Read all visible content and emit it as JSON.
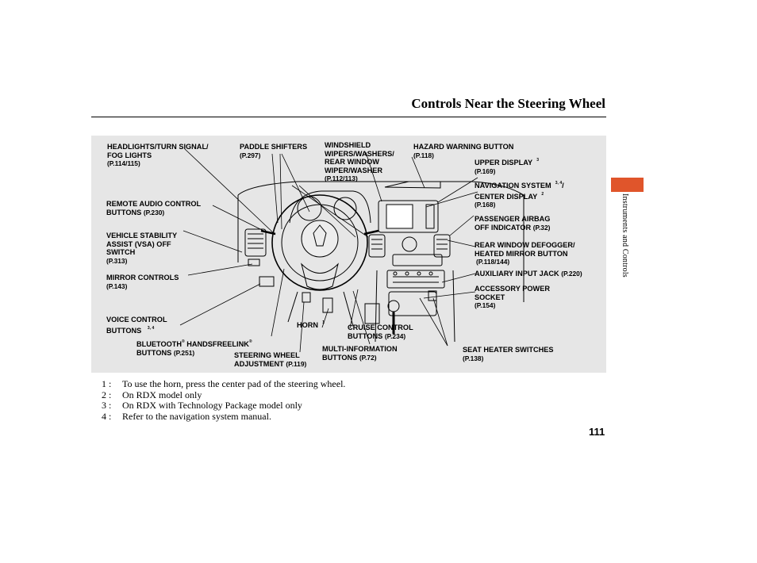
{
  "page": {
    "title": "Controls Near the Steering Wheel",
    "section_tab": "Instruments and Controls",
    "page_number": "111",
    "accent_color": "#e0552b",
    "panel_color": "#e6e6e6"
  },
  "callouts": {
    "headlights": {
      "l1": "HEADLIGHTS/TURN SIGNAL/",
      "l2": "FOG LIGHTS",
      "ref": "(P.114/115)"
    },
    "paddle": {
      "l1": "PADDLE SHIFTERS",
      "ref": "(P.297)"
    },
    "wipers": {
      "l1": "WINDSHIELD",
      "l2": "WIPERS/WASHERS/",
      "l3": "REAR WINDOW",
      "l4": "WIPER/WASHER",
      "ref": "(P.112/113)"
    },
    "hazard": {
      "l1": "HAZARD WARNING BUTTON",
      "ref": "(P.118)"
    },
    "upper_display": {
      "l1": "UPPER DISPLAY",
      "sup": "3",
      "ref": "(P.169)"
    },
    "navigation": {
      "l1": "NAVIGATION SYSTEM",
      "sup": "3, 4",
      "tail": "/",
      "l2": "CENTER DISPLAY",
      "sup2": "2",
      "ref": "(P.168)"
    },
    "airbag": {
      "l1": "PASSENGER AIRBAG",
      "l2": "OFF INDICATOR",
      "ref": "(P.32)"
    },
    "defogger": {
      "l1": "REAR WINDOW DEFOGGER/",
      "l2": "HEATED MIRROR BUTTON",
      "ref": "(P.118/144)"
    },
    "aux": {
      "l1": "AUXILIARY INPUT JACK",
      "ref": "(P.220)"
    },
    "power": {
      "l1": "ACCESSORY POWER",
      "l2": "SOCKET",
      "ref": "(P.154)"
    },
    "seat_heater": {
      "l1": "SEAT HEATER SWITCHES",
      "ref": "(P.138)"
    },
    "remote_audio": {
      "l1": "REMOTE AUDIO CONTROL",
      "l2": "BUTTONS",
      "ref": "(P.230)"
    },
    "vsa": {
      "l1": "VEHICLE STABILITY",
      "l2": "ASSIST (VSA) OFF",
      "l3": "SWITCH",
      "ref": "(P.313)"
    },
    "mirror": {
      "l1": "MIRROR CONTROLS",
      "ref": "(P.143)"
    },
    "voice": {
      "l1": "VOICE CONTROL",
      "l2": "BUTTONS",
      "sup": "3, 4"
    },
    "bluetooth": {
      "l1a": "BLUETOOTH",
      "l1sup": "®",
      "l1b": " HANDSFREELINK",
      "l1sup2": "®",
      "l2": "BUTTONS",
      "ref": "(P.251)"
    },
    "horn": {
      "l1": "HORN",
      "sup": "1"
    },
    "cruise": {
      "l1": "CRUISE CONTROL",
      "l2": "BUTTONS",
      "ref": "(P.234)"
    },
    "steering": {
      "l1": "STEERING WHEEL",
      "l2": "ADJUSTMENT",
      "ref": "(P.119)"
    },
    "multi": {
      "l1": "MULTI-INFORMATION",
      "l2": "BUTTONS",
      "ref": "(P.72)"
    }
  },
  "footnotes": [
    {
      "num": "1 :",
      "text": "To use the horn, press the center pad of the steering wheel."
    },
    {
      "num": "2 :",
      "text": "On RDX model only"
    },
    {
      "num": "3 :",
      "text": "On RDX with Technology Package model only"
    },
    {
      "num": "4 :",
      "text": "Refer to the navigation system manual."
    }
  ]
}
